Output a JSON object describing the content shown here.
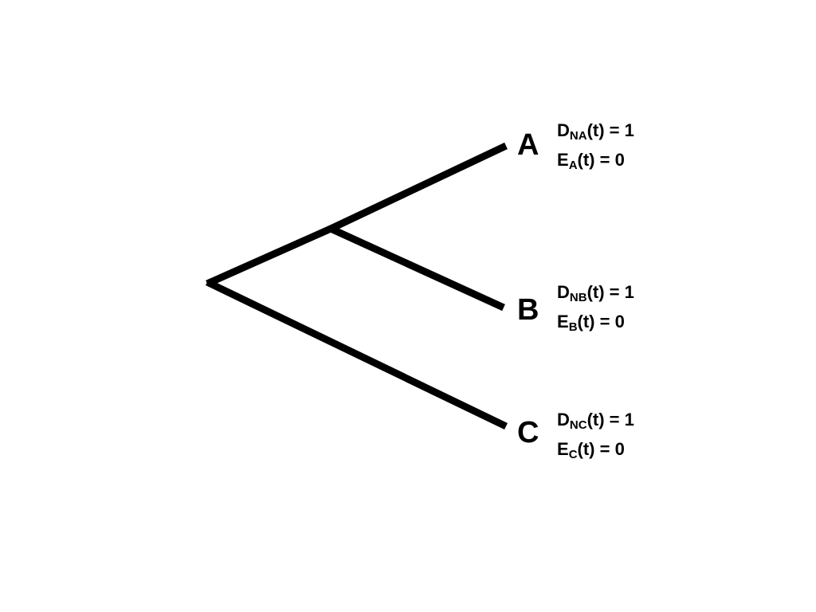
{
  "leaves": [
    {
      "label": "A",
      "d_var": "D",
      "d_sub": "NA",
      "d_rest": "(t) = 1",
      "e_var": "E",
      "e_sub": "A",
      "e_rest": "(t) = 0"
    },
    {
      "label": "B",
      "d_var": "D",
      "d_sub": "NB",
      "d_rest": "(t) = 1",
      "e_var": "E",
      "e_sub": "B",
      "e_rest": "(t) = 0"
    },
    {
      "label": "C",
      "d_var": "D",
      "d_sub": "NC",
      "d_rest": "(t) = 1",
      "e_var": "E",
      "e_sub": "C",
      "e_rest": "(t) = 0"
    }
  ],
  "colors": {
    "line": "#000000",
    "text": "#000000",
    "background": "#ffffff"
  }
}
